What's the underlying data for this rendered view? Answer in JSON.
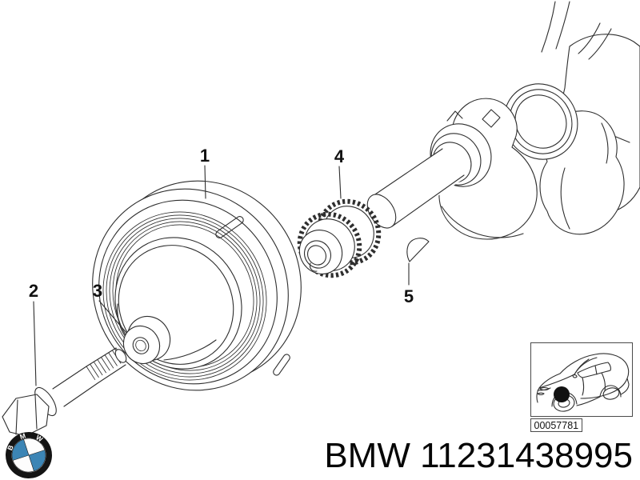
{
  "page": {
    "background": "#ffffff",
    "accent_blue": "#3c85b5"
  },
  "callouts": [
    {
      "label": "1"
    },
    {
      "label": "2"
    },
    {
      "label": "3"
    },
    {
      "label": "4"
    },
    {
      "label": "5"
    }
  ],
  "thumbnail": {
    "image_code": "00057781"
  },
  "logo": {
    "letters": [
      "B",
      "M",
      "W"
    ]
  },
  "footer": {
    "text": "BMW 11231438995"
  }
}
